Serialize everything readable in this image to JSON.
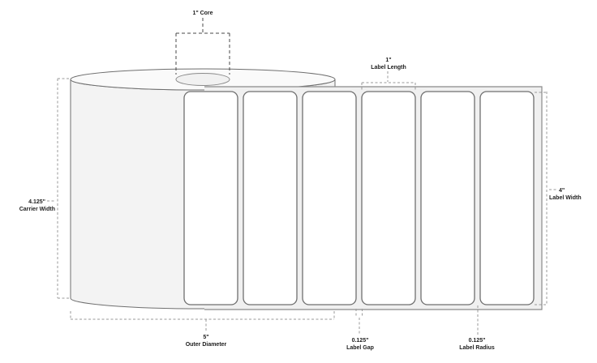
{
  "diagram": {
    "kind": "label-roll-dimension-diagram",
    "labels_on_liner": 6,
    "colors": {
      "background": "#ffffff",
      "outline": "#6f6f6f",
      "dash_line": "#9a9a9a",
      "dash_dark": "#4a4a4a",
      "roll_face_fill": "#f3f3f3",
      "roll_top_fill": "#fafafa",
      "liner_fill": "#f0f0f0",
      "label_fill": "#ffffff",
      "text": "#1d1d1d"
    },
    "callouts": {
      "core": {
        "value": "1\" Core"
      },
      "label_length": {
        "value": "1\"",
        "name": "Label Length"
      },
      "carrier_width": {
        "value": "4.125\"",
        "name": "Carrier Width"
      },
      "label_width": {
        "value": "4\"",
        "name": "Label Width"
      },
      "outer_diameter": {
        "value": "5\"",
        "name": "Outer Diameter"
      },
      "label_gap": {
        "value": "0.125\"",
        "name": "Label Gap"
      },
      "label_radius": {
        "value": "0.125\"",
        "name": "Label Radius"
      }
    }
  }
}
